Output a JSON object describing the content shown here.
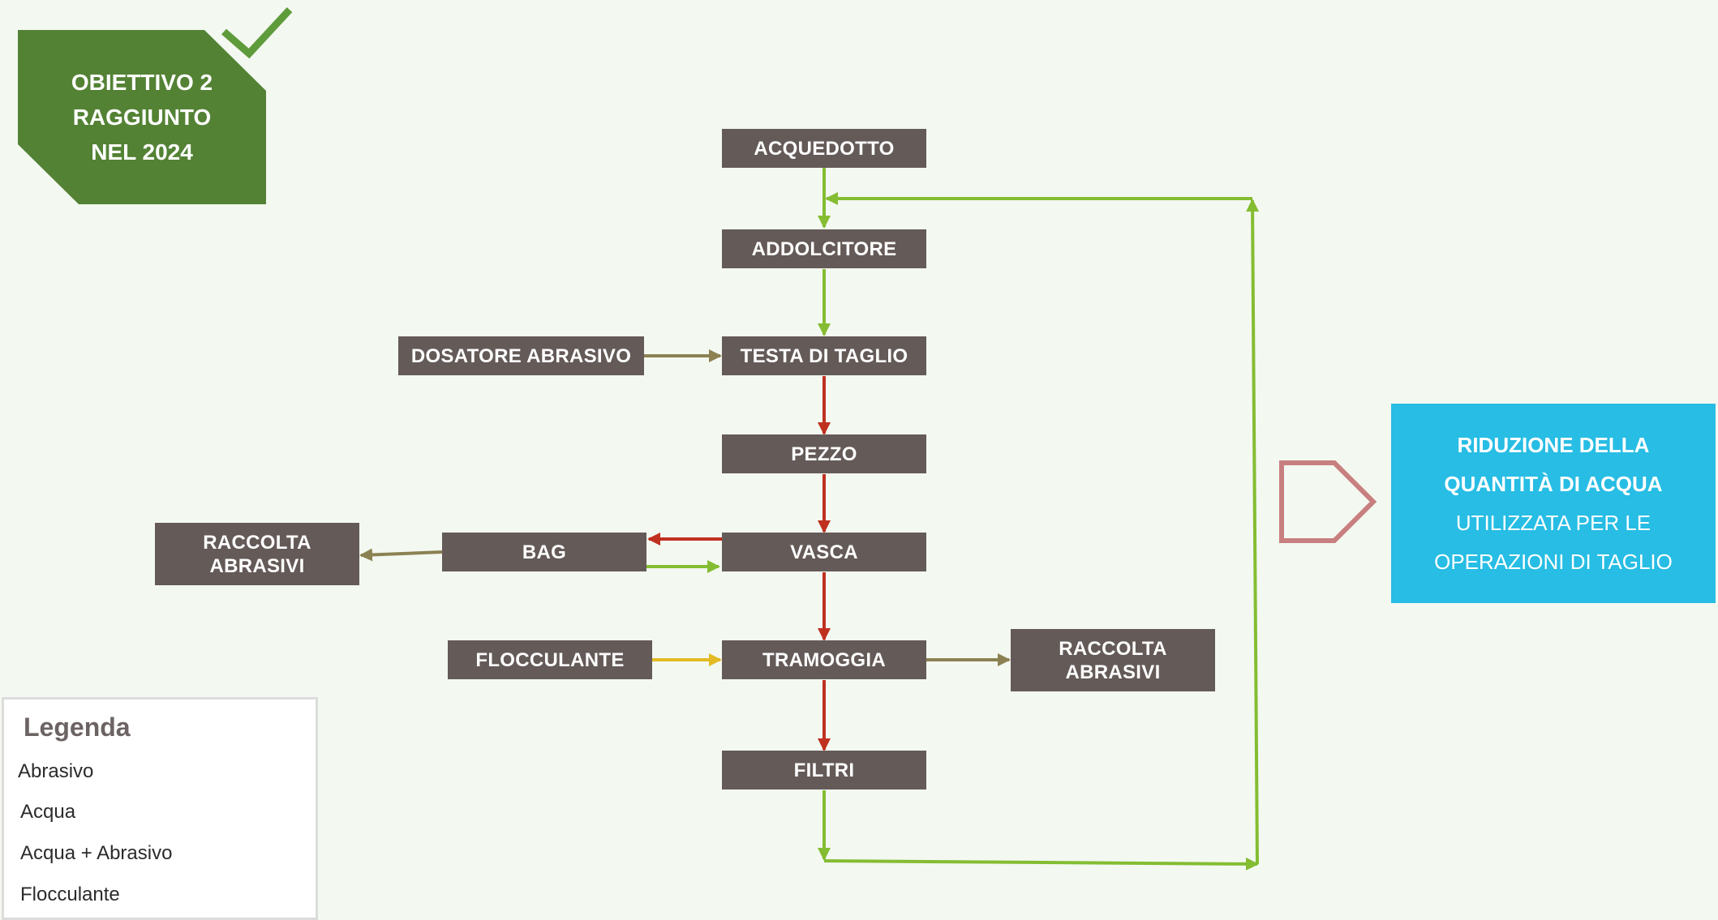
{
  "badge": {
    "line1": "OBIETTIVO 2",
    "line2": "RAGGIUNTO",
    "line3": "NEL 2024"
  },
  "nodes": {
    "acquedotto": "ACQUEDOTTO",
    "addolcitore": "ADDOLCITORE",
    "dosatore": "DOSATORE ABRASIVO",
    "testa": "TESTA DI TAGLIO",
    "pezzo": "PEZZO",
    "bag": "BAG",
    "vasca": "VASCA",
    "raccolta1": {
      "line1": "RACCOLTA",
      "line2": "ABRASIVI"
    },
    "flocculante": "FLOCCULANTE",
    "tramoggia": "TRAMOGGIA",
    "raccolta2": {
      "line1": "RACCOLTA",
      "line2": "ABRASIVI"
    },
    "filtri": "FILTRI"
  },
  "callout": {
    "line1": "RIDUZIONE DELLA",
    "line2": "QUANTITÀ DI ACQUA",
    "line3": "UTILIZZATA PER LE",
    "line4": "OPERAZIONI DI TAGLIO"
  },
  "legend": {
    "title": "Legenda",
    "items": [
      {
        "label": "Abrasivo",
        "color": "#8b8152"
      },
      {
        "label": "Acqua",
        "color": "#84bd32"
      },
      {
        "label": "Acqua + Abrasivo",
        "color": "#c0301f"
      },
      {
        "label": "Flocculante",
        "color": "#e2bb24"
      }
    ]
  },
  "colors": {
    "node_bg": "#645a58",
    "badge_green": "#538234",
    "check_green": "#5e9b3a",
    "callout_blue": "#27bde4",
    "pentagon_outline": "#c87f7f"
  }
}
